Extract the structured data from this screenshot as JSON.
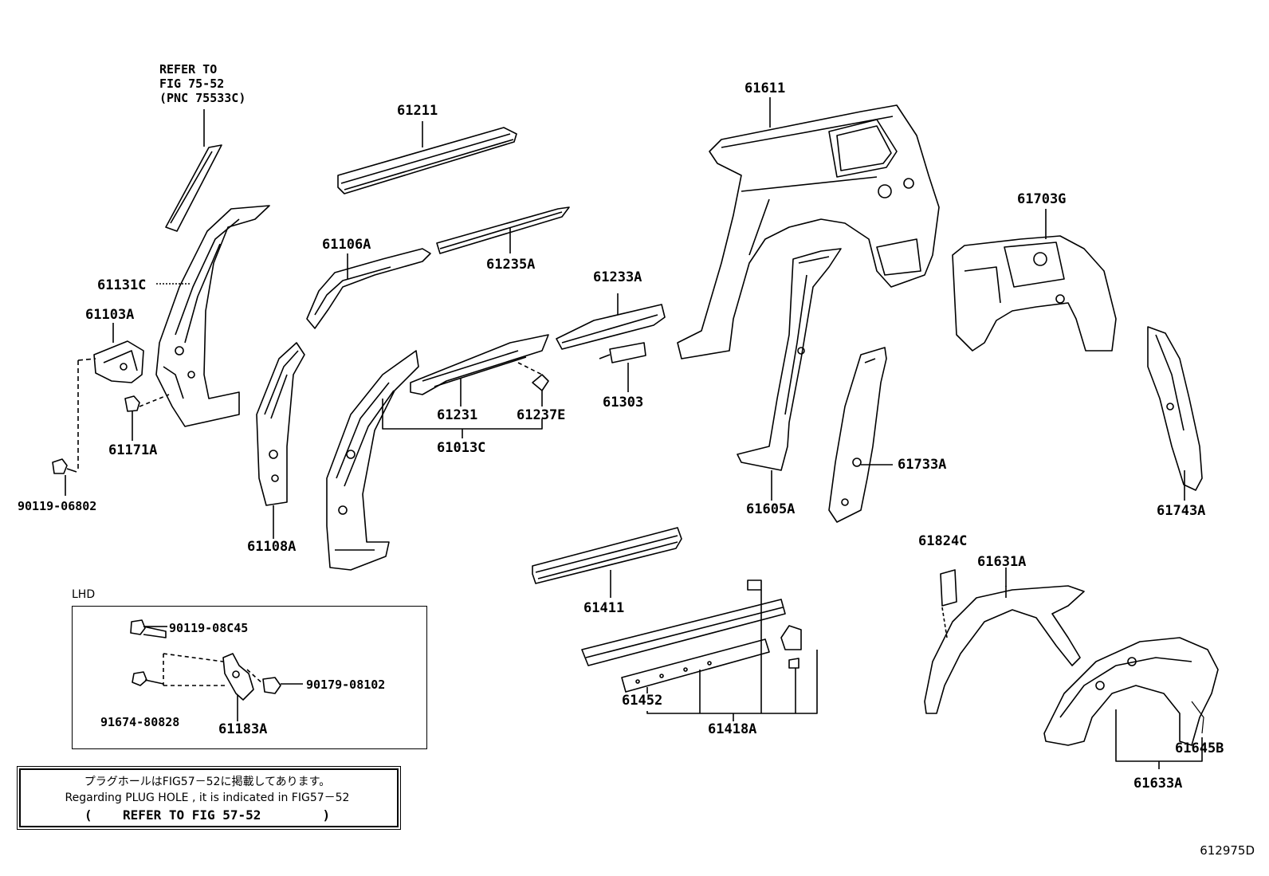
{
  "refer_note": [
    "REFER TO",
    "FIG 75-52",
    "(PNC 75533C)"
  ],
  "labels": {
    "p61211": "61211",
    "p61611": "61611",
    "p61106A": "61106A",
    "p61235A": "61235A",
    "p61703G": "61703G",
    "p61131C": "61131C",
    "p61233A": "61233A",
    "p61103A": "61103A",
    "p61231": "61231",
    "p61237E": "61237E",
    "p61303": "61303",
    "p61013C": "61013C",
    "p61171A": "61171A",
    "p61733A": "61733A",
    "p90119_06802": "90119-06802",
    "p61605A": "61605A",
    "p61743A": "61743A",
    "p61108A": "61108A",
    "p61824C": "61824C",
    "p61631A": "61631A",
    "p61411": "61411",
    "p90119_08C45": "90119-08C45",
    "p90179_08102": "90179-08102",
    "p91674_80828": "91674-80828",
    "p61183A": "61183A",
    "p61452": "61452",
    "p61418A": "61418A",
    "p61645B": "61645B",
    "p61633A": "61633A"
  },
  "lhd_title": "LHD",
  "note": {
    "jp": "プラグホールはFIG57－52に掲載してあります。",
    "en": "Regarding  PLUG HOLE , it is  indicated  in  FIG57－52",
    "ref": "(    REFER TO FIG 57-52        )"
  },
  "figure_id": "612975D"
}
